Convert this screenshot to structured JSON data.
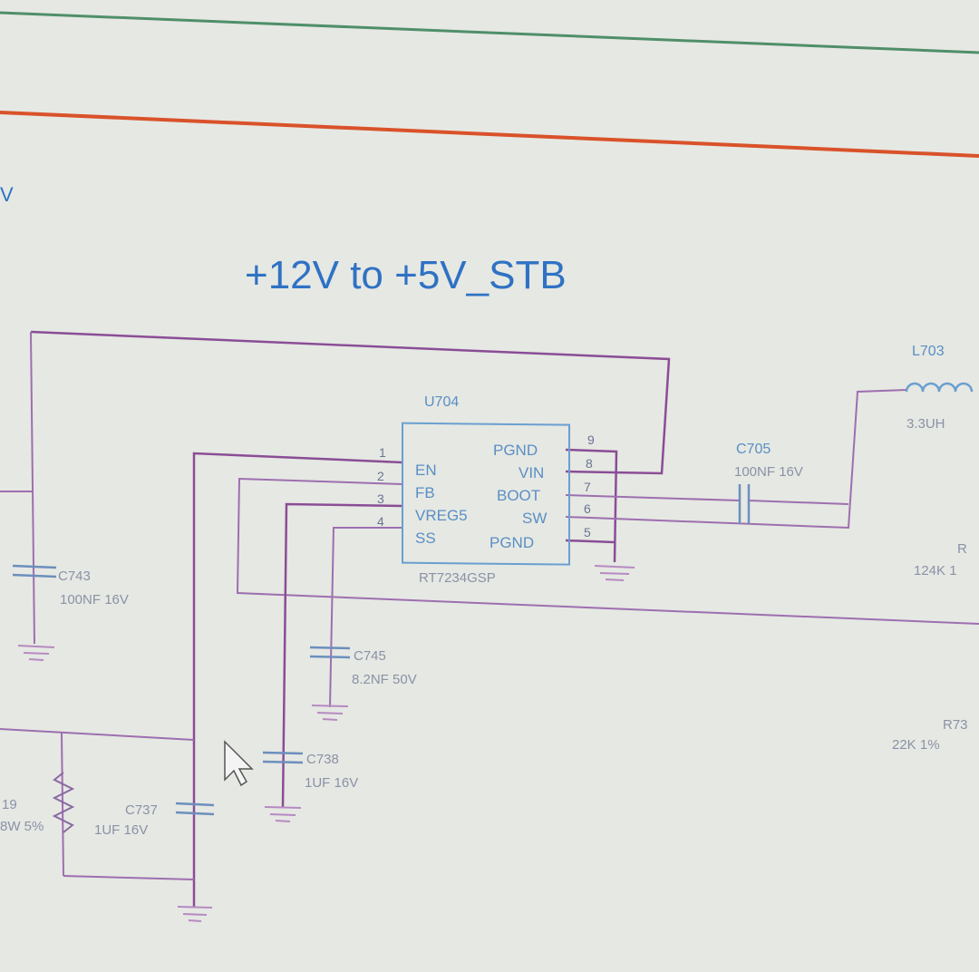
{
  "title": "+12V to +5V_STB",
  "left_edge_label": "V",
  "ic": {
    "ref": "U704",
    "part": "RT7234GSP",
    "pins_left": [
      {
        "num": "1",
        "name": ""
      },
      {
        "num": "2",
        "name": "EN"
      },
      {
        "num": "3",
        "name": "FB"
      },
      {
        "num": "4",
        "name": "VREG5"
      }
    ],
    "pins_left_extra": "SS",
    "pins_right": [
      {
        "num": "9",
        "name": "PGND"
      },
      {
        "num": "8",
        "name": "VIN"
      },
      {
        "num": "7",
        "name": "BOOT"
      },
      {
        "num": "6",
        "name": "SW"
      },
      {
        "num": "5",
        "name": "PGND"
      }
    ]
  },
  "components": {
    "c705": {
      "ref": "C705",
      "value": "100NF 16V"
    },
    "l703": {
      "ref": "L703",
      "value": "3.3UH"
    },
    "c743": {
      "ref": "C743",
      "value": "100NF 16V"
    },
    "c745": {
      "ref": "C745",
      "value": "8.2NF 50V"
    },
    "c738": {
      "ref": "C738",
      "value": "1UF 16V"
    },
    "c737": {
      "ref": "C737",
      "value": "1UF 16V"
    },
    "r_left": {
      "ref": "19",
      "value": "8W 5%"
    },
    "r_right_top": {
      "ref": "R",
      "value": "124K 1"
    },
    "r_right_bot": {
      "ref": "R73",
      "value": "22K 1%"
    }
  },
  "colors": {
    "background": "#e6e8e3",
    "title": "#2f72c4",
    "wire": "#9d6fb0",
    "border_green": "#4f8f6a",
    "border_red": "#d9522a"
  },
  "icons": [
    "mouse-cursor-icon"
  ]
}
